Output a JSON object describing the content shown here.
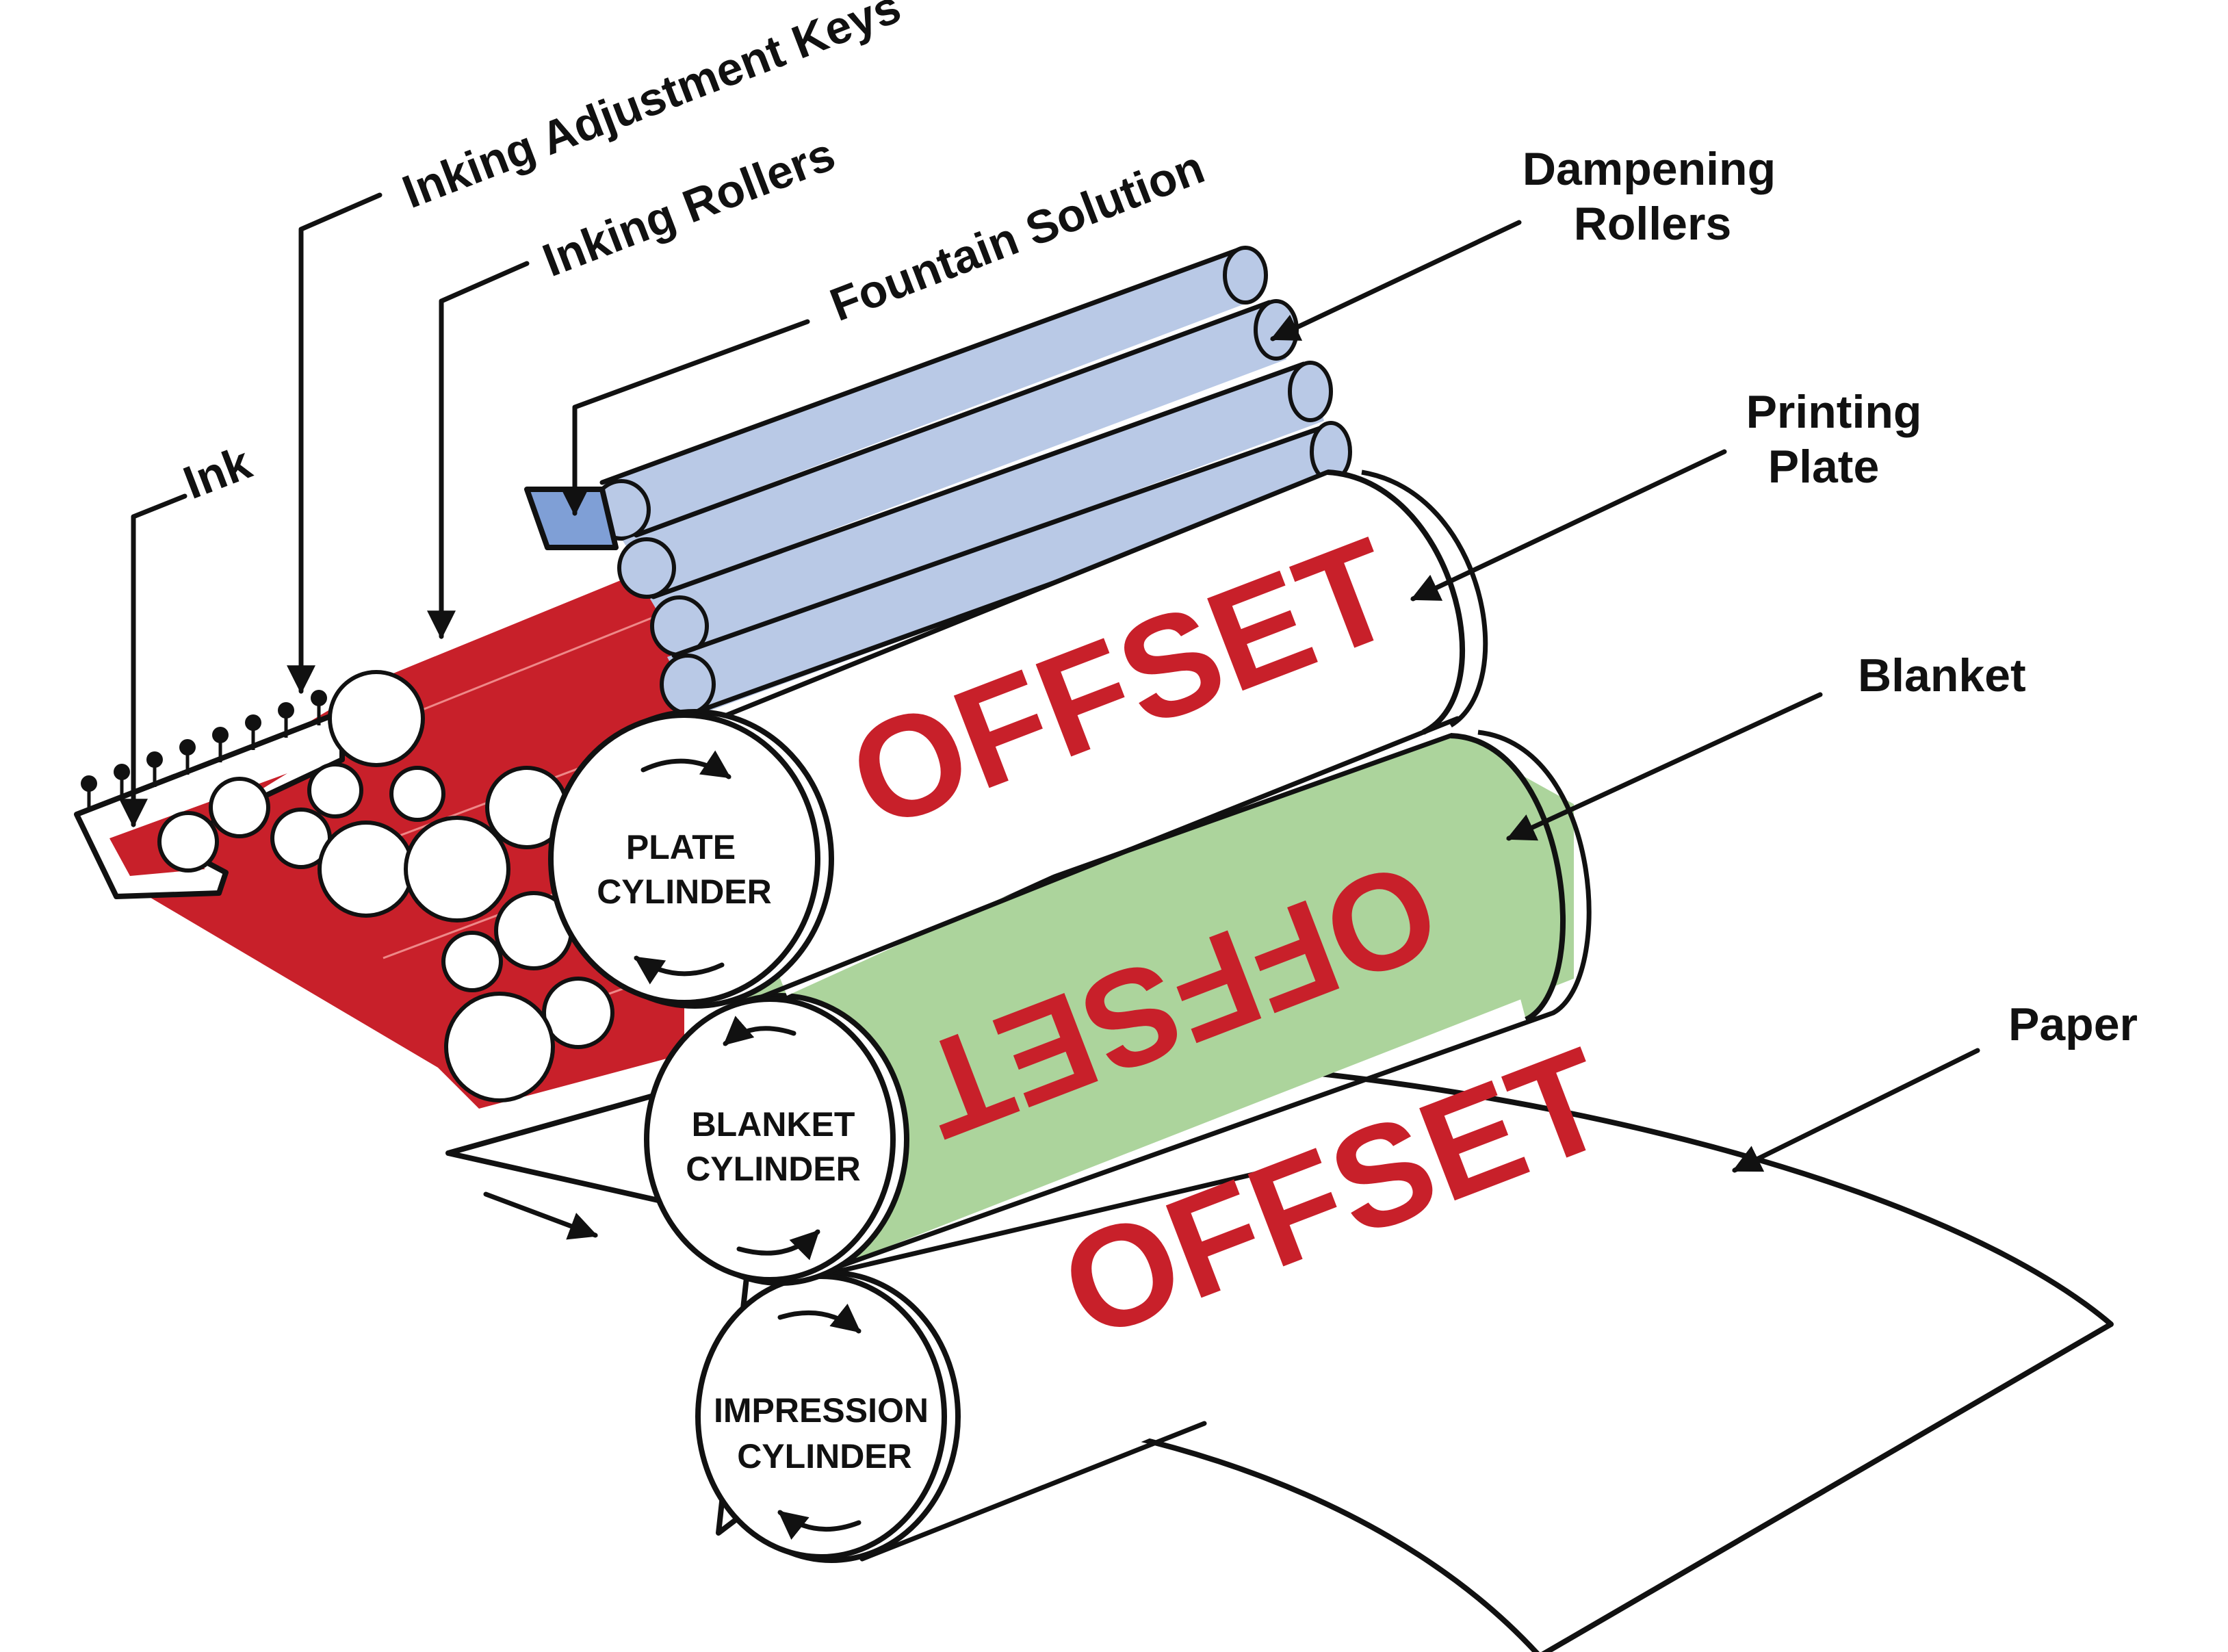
{
  "labels": {
    "inking_adjustment_keys": "Inking Adjustment Keys",
    "inking_rollers": "Inking Rollers",
    "fountain_solution": "Fountain Solution",
    "ink": "Ink",
    "dampening_rollers_line1": "Dampening",
    "dampening_rollers_line2": "Rollers",
    "printing_plate_line1": "Printing",
    "printing_plate_line2": "Plate",
    "blanket": "Blanket",
    "paper": "Paper"
  },
  "cylinders": {
    "plate_line1": "PLATE",
    "plate_line2": "CYLINDER",
    "blanket_line1": "BLANKET",
    "blanket_line2": "CYLINDER",
    "impression_line1": "IMPRESSION",
    "impression_line2": "CYLINDER"
  },
  "printed_word": "OFFSET",
  "colors": {
    "ink_red": "#c8202a",
    "dampening_blue": "#b9c9e6",
    "fountain_blue": "#7f9fd6",
    "blanket_green": "#acd49c",
    "outline": "#111111"
  }
}
